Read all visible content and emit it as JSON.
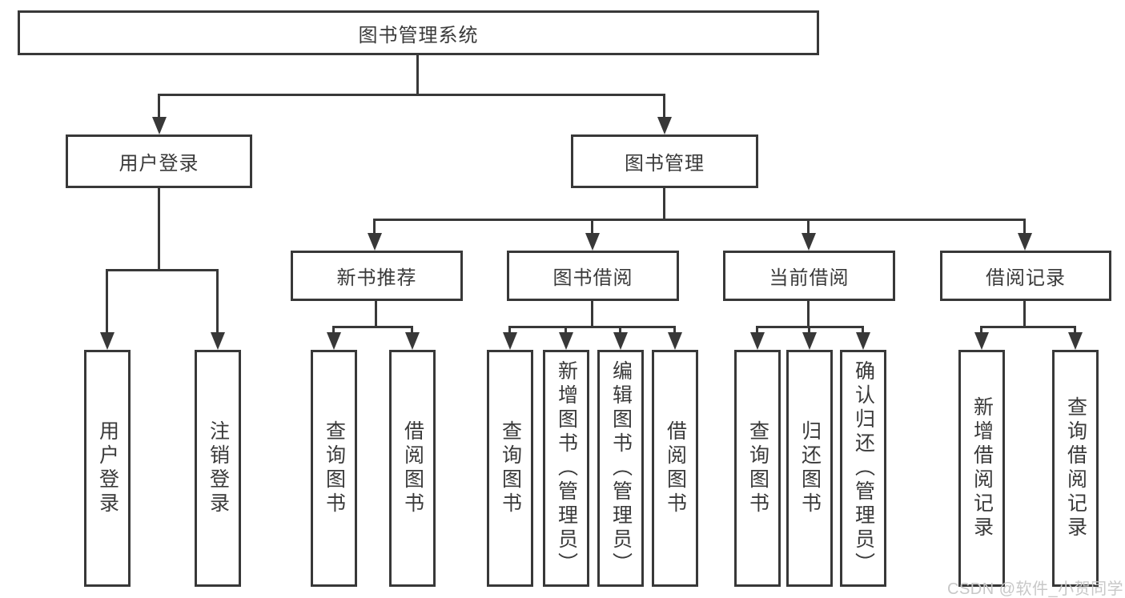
{
  "tree": {
    "root": {
      "label": "图书管理系统",
      "children": [
        {
          "label": "用户登录",
          "children": [
            {
              "label": "用户登录"
            },
            {
              "label": "注销登录"
            }
          ]
        },
        {
          "label": "图书管理",
          "children": [
            {
              "label": "新书推荐",
              "children": [
                {
                  "label": "查询图书"
                },
                {
                  "label": "借阅图书"
                }
              ]
            },
            {
              "label": "图书借阅",
              "children": [
                {
                  "label": "查询图书"
                },
                {
                  "label": "新增图书（管理员）"
                },
                {
                  "label": "编辑图书（管理员）"
                },
                {
                  "label": "借阅图书"
                }
              ]
            },
            {
              "label": "当前借阅",
              "children": [
                {
                  "label": "查询图书"
                },
                {
                  "label": "归还图书"
                },
                {
                  "label": "确认归还（管理员）"
                }
              ]
            },
            {
              "label": "借阅记录",
              "children": [
                {
                  "label": "新增借阅记录"
                },
                {
                  "label": "查询借阅记录"
                }
              ]
            }
          ]
        }
      ]
    }
  },
  "watermark": {
    "text": "CSDN @软件_小贺同学",
    "color": "#c8c8c8"
  },
  "colors": {
    "line": "#383838",
    "text": "#3a3a3a",
    "box_background": "#ffffff",
    "page_background": "#ffffff"
  }
}
